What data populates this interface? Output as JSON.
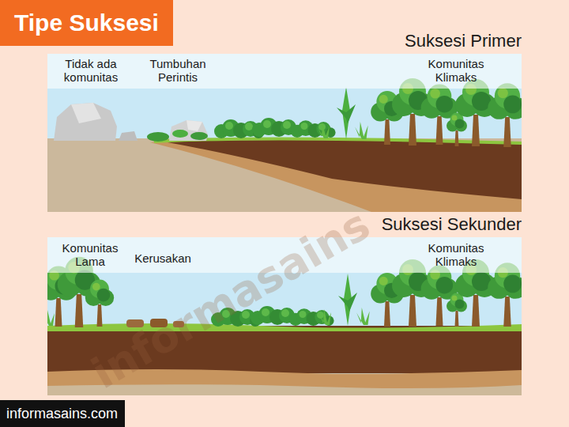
{
  "diagram": {
    "title": "Tipe Suksesi",
    "nodes": [
      {
        "text": [
          "Suksesi Primer"
        ]
      },
      {
        "text": [
          "Suksesi Sekunder"
        ]
      },
      {
        "text": [
          "informasains.com"
        ]
      }
    ],
    "labels": [
      "Tidak ada komunitas",
      "Tumbuhan Perintis",
      "Komunitas Klimaks",
      "Komunitas Lama",
      "Kerusakan",
      "Komunitas Klimaks",
      "informasains"
    ]
  }
}
